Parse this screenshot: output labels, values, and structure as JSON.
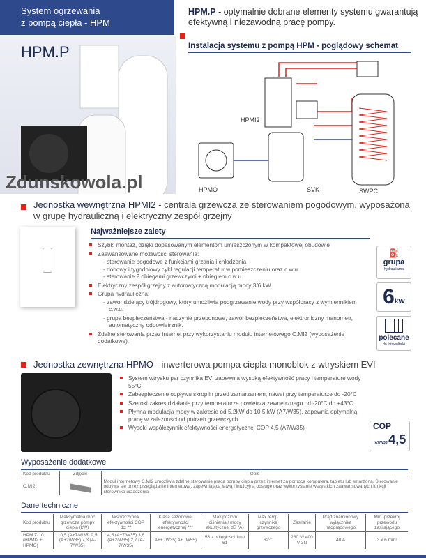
{
  "header": {
    "title_line1": "System ogrzewania",
    "title_line2": "z pompą ciepła - HPM",
    "product": "HPM.P",
    "headline_bold": "HPM.P",
    "headline_text": " - optymalnie dobrane elementy systemu gwarantują efektywną i niezawodną pracę pompy."
  },
  "schematic": {
    "title": "Instalacja systemu z pompą HPM - poglądowy schemat",
    "labels": [
      "HPMI2",
      "HPMO",
      "SVK",
      "SWPC"
    ]
  },
  "indoor": {
    "name_bold": "Jednostka wewnętrzna HPMI2",
    "desc": " - centrala grzewcza ze sterowaniem pogodowym, wyposażona w grupę hydrauliczną i elektryczny zespół grzejny",
    "adv_title": "Najważniejsze zalety",
    "b1": "Szybki montaż, dzięki dopasowanym elementom umieszczonym w kompaktowej obudowie",
    "b2": "Zaawansowane możliwości sterowania:",
    "b2s": [
      "- sterowanie pogodowe z funkcjami grzania i chłodzenia",
      "- dobowy i tygodniowy cykl regulacji temperatur w pomieszczeniu oraz c.w.u",
      "- sterowanie 2 obiegami grzewczymi + obiegiem c.w.u."
    ],
    "b3": "Elektryczny zespół grzejny z automatyczną modulacją mocy 3/6 kW.",
    "b4": "Grupa hydrauliczna:",
    "b4s": [
      "- zawór dzielący trójdrogowy, który umożliwia podgrzewanie wody przy współpracy z wymiennikiem c.w.u.",
      "- grupa bezpieczeństwa - naczynie przeponowe, zawór bezpieczeństwa, elektroniczny manometr, automatyczny odpowietrznik."
    ],
    "b5": "Zdalne sterowania przez internet przy wykorzystaniu modułu internetowego C.MI2 (wyposażenie dodatkowe).",
    "badges": {
      "grupa": "grupa",
      "grupa_sub": "hydrauliczna",
      "kw_num": "6",
      "kw_unit": "kW",
      "pv": "polecane",
      "pv_sub": "do fotowoltaiki"
    }
  },
  "outdoor": {
    "name_bold": "Jednostka zewnętrzna HPMO",
    "desc": " - inwerterowa pompa ciepła monoblok z wtryskiem EVI",
    "bullets": [
      "System wtrysku par czynnika EVI zapewnia wysoką efektywność pracy i temperaturę wody 55°C",
      "Zabezpieczenie odpływu skroplin przed zamarzaniem, nawet przy temperaturze do -20°C",
      "Szeroki zakres działania przy temperaturze powietrza zewnętrznego od -20°C do +43°C",
      "Płynna modulacja mocy w zakresie od 5,2kW do 10,5 kW (A7/W35), zapewnia optymalną pracę w zależności od potrzeb grzewczych",
      "Wysoki współczynnik efektywności energetycznej COP 4,5 (A7/W35)"
    ],
    "cop": {
      "label": "COP",
      "sub": "(A7/W35)",
      "value": "4,5"
    }
  },
  "accessories": {
    "title": "Wyposażenie dodatkowe",
    "headers": [
      "Kod produktu",
      "Zdjęcie",
      "Opis"
    ],
    "row": {
      "code": "C.MI2",
      "desc": "Moduł internetowy C.MI2 umożliwia zdalne sterowanie pracą pompy ciepła przez internet za pomocą komputera, tabletu lub smartfona. Sterowanie odbywa się przez przeglądarkę internetową, zapewniającą łatwą i intuicyjną obsługę oraz wykorzystanie wszystkich zaawansowanych funkcji sterownika urządzenia"
    }
  },
  "tech": {
    "title": "Dane techniczne",
    "headers": [
      "Kod produktu",
      "Maksymalna moc grzewcza pompy ciepła (kW)",
      "Współczynnik efektywności COP do: **",
      "Klasa sezonowej efektywności energetycznej ***",
      "Max poziom ciśnienia / mocy akustycznej dB (A)",
      "Max temp. czynnika grzewczego",
      "Zasilanie",
      "Prąd znamionowy wyłącznika nadprądowego",
      "Min. przekrój przewodu zasilającego"
    ],
    "row": [
      "HPM.Z-10 (HPMI2 + HPMO)",
      "10,5 (A+7/W35) 9,5 (A+2/W35) 7,3 (A-7/W35)",
      "4,5 (A+7/W35) 3,6 (A+2/W35) 2,7 (A-7/W35)",
      "A++ (W35) A+ (W55)",
      "53 z odległości 1m / 61",
      "62°C",
      "230 V/ 400 V 3N",
      "40 A",
      "3 x 6 mm²"
    ]
  },
  "watermark": "Zdunskowola.pl"
}
